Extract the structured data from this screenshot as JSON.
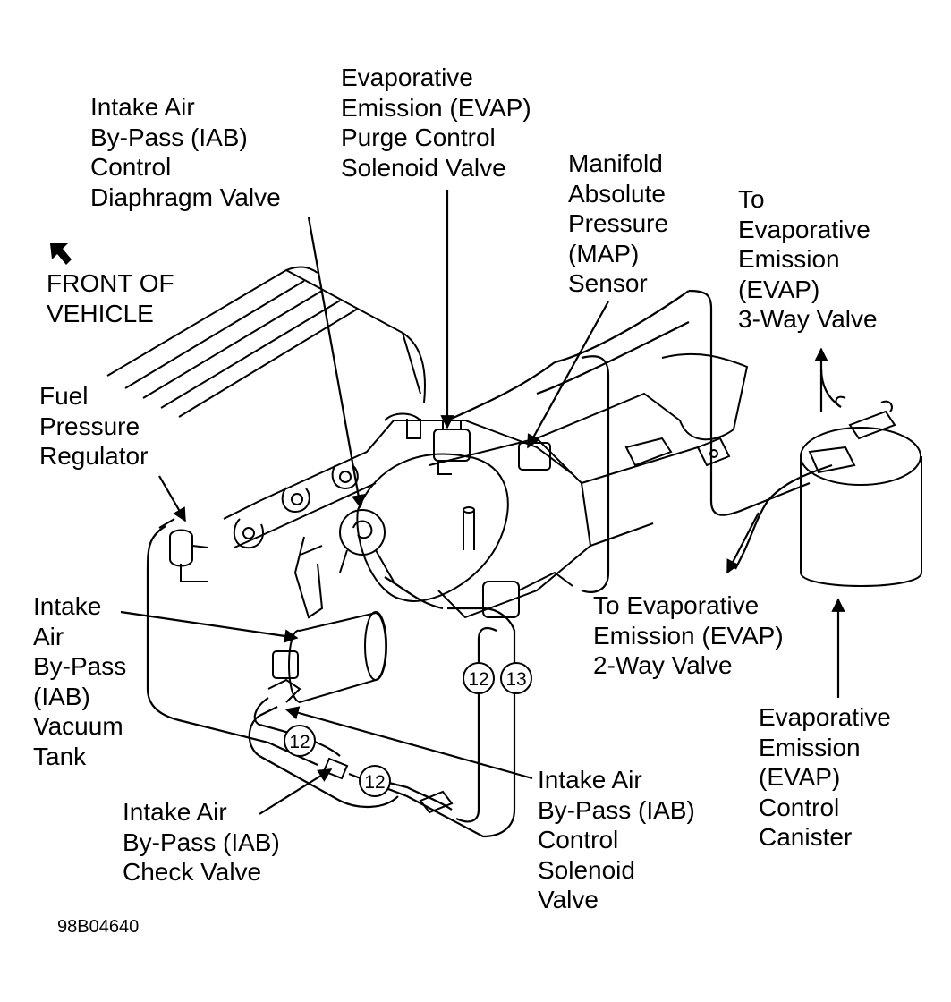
{
  "labels": {
    "iab_diaphragm": [
      "Intake Air",
      "By-Pass (IAB)",
      "Control",
      "Diaphragm Valve"
    ],
    "evap_purge": [
      "Evaporative",
      "Emission (EVAP)",
      "Purge Control",
      "Solenoid Valve"
    ],
    "map_sensor": [
      "Manifold",
      "Absolute",
      "Pressure",
      "(MAP)",
      "Sensor"
    ],
    "evap_3way": [
      "To",
      "Evaporative",
      "Emission",
      "(EVAP)",
      "3-Way Valve"
    ],
    "front_of_vehicle": [
      "FRONT OF",
      "VEHICLE"
    ],
    "fuel_regulator": [
      "Fuel",
      "Pressure",
      "Regulator"
    ],
    "iab_tank": [
      "Intake",
      "Air",
      "By-Pass",
      "(IAB)",
      "Vacuum",
      "Tank"
    ],
    "evap_2way": [
      "To Evaporative",
      "Emission (EVAP)",
      "2-Way Valve"
    ],
    "evap_canister": [
      "Evaporative",
      "Emission",
      "(EVAP)",
      "Control",
      "Canister"
    ],
    "iab_solenoid": [
      "Intake Air",
      "By-Pass (IAB)",
      "Control",
      "Solenoid",
      "Valve"
    ],
    "iab_check": [
      "Intake Air",
      "By-Pass (IAB)",
      "Check Valve"
    ]
  },
  "callouts": [
    "12",
    "13",
    "12",
    "12"
  ],
  "figure_id": "98B04640"
}
